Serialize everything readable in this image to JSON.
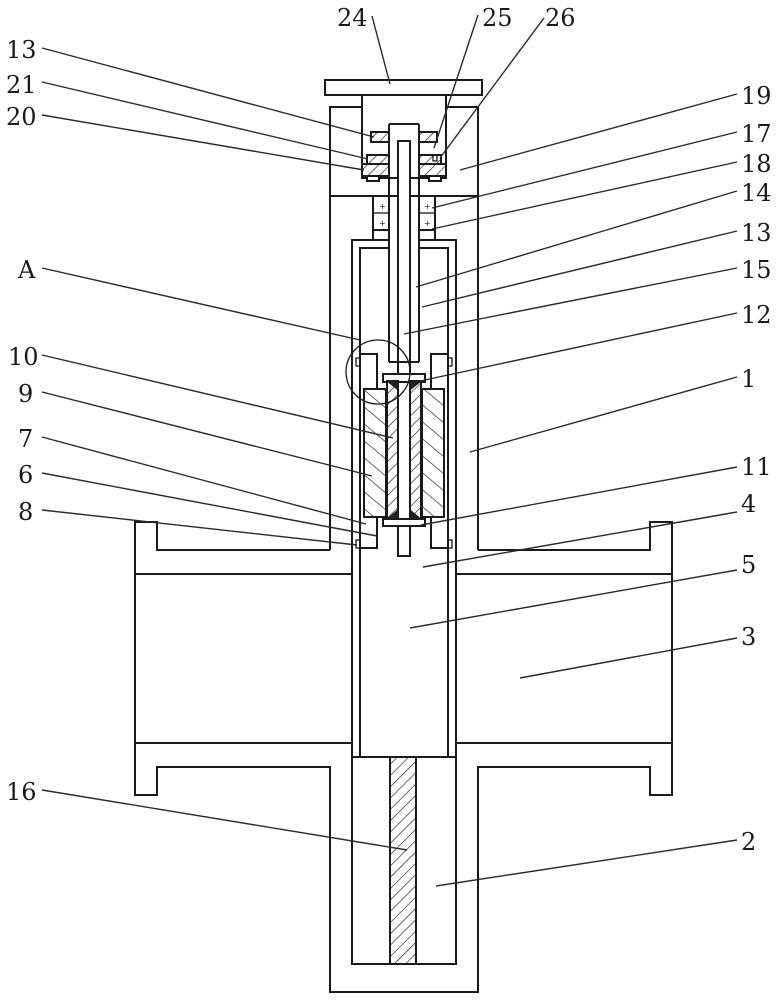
{
  "diagram": {
    "type": "mechanical-cross-section",
    "line_color": "#1a1a1a",
    "background": "#ffffff",
    "labels": {
      "l24": "24",
      "l25": "25",
      "l26": "26",
      "l13a": "13",
      "l21": "21",
      "l20": "20",
      "l19": "19",
      "l17": "17",
      "l18": "18",
      "l14": "14",
      "l13b": "13",
      "l15": "15",
      "l12": "12",
      "l1": "1",
      "lA": "A",
      "l10": "10",
      "l9": "9",
      "l7": "7",
      "l6": "6",
      "l8": "8",
      "l11": "11",
      "l4": "4",
      "l5": "5",
      "l3": "3",
      "l16": "16",
      "l2": "2"
    }
  }
}
